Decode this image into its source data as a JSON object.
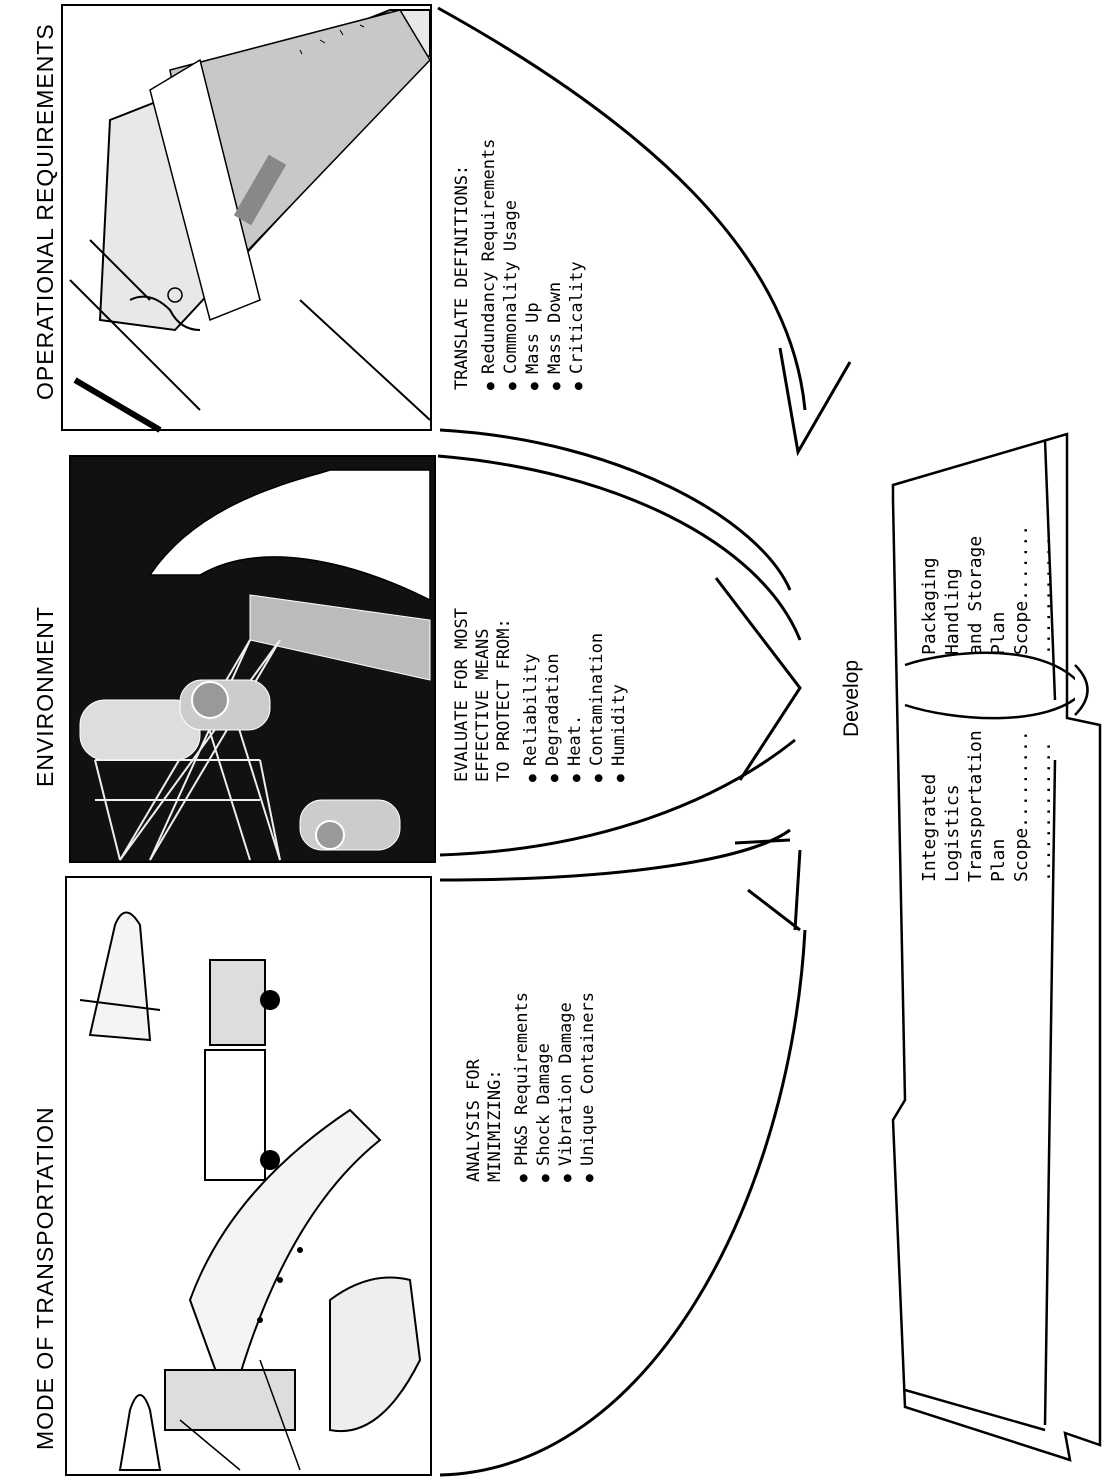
{
  "columns": [
    {
      "heading": "MODE OF TRANSPORTATION",
      "intro": [
        "ANALYSIS FOR",
        "MINIMIZING:"
      ],
      "bullets": [
        "PH&S Requirements",
        "Shock Damage",
        "Vibration Damage",
        "Unique Containers"
      ]
    },
    {
      "heading": "ENVIRONMENT",
      "intro": [
        "EVALUATE FOR MOST",
        "EFFECTIVE MEANS",
        "TO PROTECT FROM:"
      ],
      "bullets": [
        "Reliability",
        "Degradation",
        "Heat.",
        "Contamination",
        "Humidity"
      ]
    },
    {
      "heading": "OPERATIONAL REQUIREMENTS",
      "intro": [
        "TRANSLATE DEFINITIONS:"
      ],
      "bullets": [
        "Redundancy Requirements",
        "Commonality Usage",
        "Mass Up",
        "Mass Down",
        "Criticality"
      ]
    }
  ],
  "develop_label": "Develop",
  "book": {
    "left_page": [
      "Integrated",
      "Logistics",
      "Transportation",
      "Plan",
      "Scope.........",
      "............."
    ],
    "right_page": [
      "Packaging",
      "Handling",
      "and Storage",
      "Plan",
      "Scope.......",
      "..........."
    ]
  }
}
